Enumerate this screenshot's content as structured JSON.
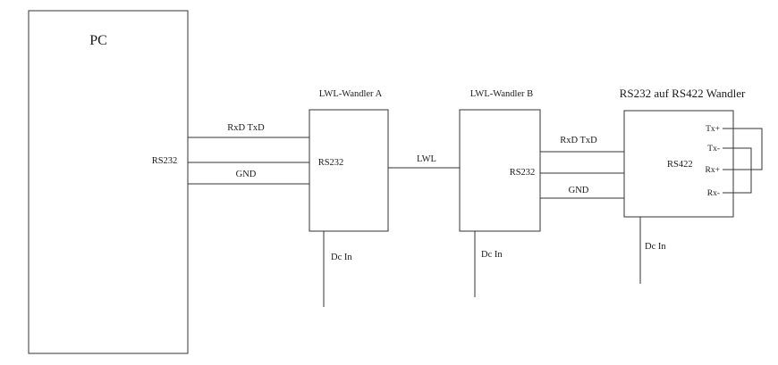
{
  "pc": {
    "title": "PC",
    "port": "RS232"
  },
  "wandler_a": {
    "title": "LWL-Wandler A",
    "port": "RS232",
    "power": "Dc In"
  },
  "wandler_b": {
    "title": "LWL-Wandler B",
    "port": "RS232",
    "power": "Dc In"
  },
  "converter": {
    "title": "RS232 auf RS422 Wandler",
    "port": "RS422",
    "power": "Dc In",
    "pins": [
      "Tx+",
      "Tx-",
      "Rx+",
      "Rx-"
    ]
  },
  "links": {
    "pc_to_a_data": "RxD TxD",
    "pc_to_a_gnd": "GND",
    "fiber": "LWL",
    "b_to_conv_data": "RxD TxD",
    "b_to_conv_gnd": "GND"
  }
}
